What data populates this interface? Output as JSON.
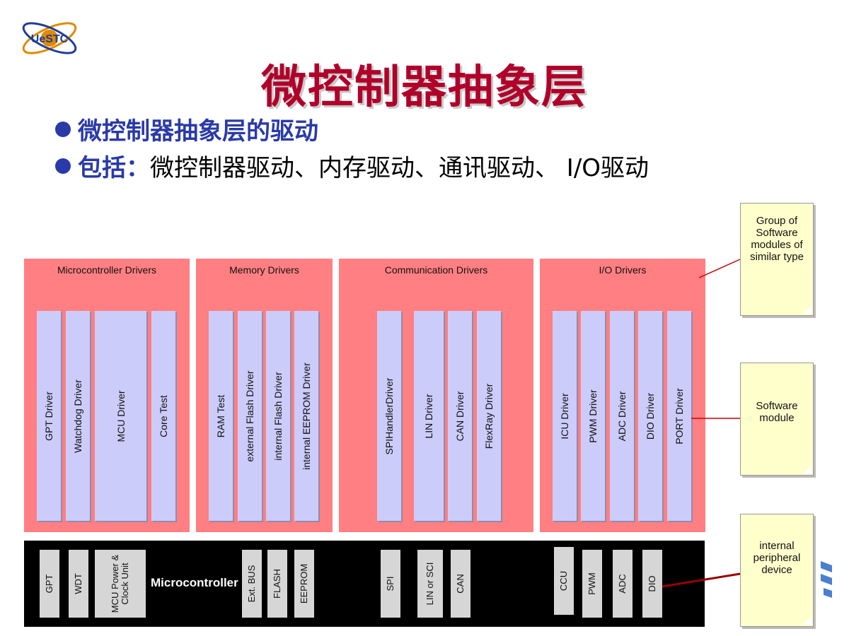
{
  "logo": {
    "text": "UeSTC",
    "colors": {
      "ring": "#e08a00",
      "text": "#1f3d99"
    }
  },
  "title": "微控制器抽象层",
  "bullets": [
    {
      "label": "微控制器抽象层的驱动",
      "rest": ""
    },
    {
      "label": "包括：",
      "rest": "微控制器驱动、内存驱动、通讯驱动、 I/O驱动"
    }
  ],
  "diagram": {
    "groups": [
      {
        "title": "Microcontroller Drivers",
        "modules": [
          "GPT Driver",
          "Watchdog Driver",
          "MCU Driver",
          "Core Test"
        ]
      },
      {
        "title": "Memory Drivers",
        "modules": [
          "RAM Test",
          "external Flash Driver",
          "internal Flash Driver",
          "internal EEPROM Driver"
        ]
      },
      {
        "title": "Communication Drivers",
        "modules": [
          "SPIHandlerDriver",
          "LIN Driver",
          "CAN Driver",
          "FlexRay Driver"
        ]
      },
      {
        "title": "I/O Drivers",
        "modules": [
          "ICU Driver",
          "PWM Driver",
          "ADC Driver",
          "DIO Driver",
          "PORT Driver"
        ]
      }
    ],
    "microcontroller": {
      "label": "Microcontroller",
      "peripherals": [
        "GPT",
        "WDT",
        "MCU Power & Clock Unit",
        "Ext. BUS",
        "FLASH",
        "EEPROM",
        "SPI",
        "LIN or SCI",
        "CAN",
        "CCU",
        "PWM",
        "ADC",
        "DIO"
      ]
    },
    "notes": [
      "Group of Software modules of similar type",
      "Software module",
      "internal peripheral device"
    ],
    "colors": {
      "group": "#ff7f82",
      "module": "#ccccfb",
      "bar": "#000000",
      "peripheral": "#d6d6d6",
      "note": "#ffffcc",
      "connector": "#cc0000"
    }
  }
}
